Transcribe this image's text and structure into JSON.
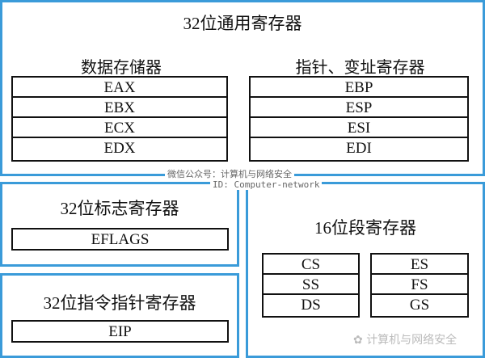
{
  "general": {
    "title": "32位通用寄存器",
    "data_regs": {
      "label": "数据存储器",
      "items": [
        "EAX",
        "EBX",
        "ECX",
        "EDX"
      ]
    },
    "ptr_regs": {
      "label": "指针、变址寄存器",
      "items": [
        "EBP",
        "ESP",
        "ESI",
        "EDI"
      ]
    }
  },
  "flags": {
    "title": "32位标志寄存器",
    "items": [
      "EFLAGS"
    ]
  },
  "ip": {
    "title": "32位指令指针寄存器",
    "items": [
      "EIP"
    ]
  },
  "segment": {
    "title": "16位段寄存器",
    "left": [
      "CS",
      "SS",
      "DS"
    ],
    "right": [
      "ES",
      "FS",
      "GS"
    ]
  },
  "watermark": {
    "line1": "微信公众号：计算机与网络安全",
    "line2": "ID: Computer-network",
    "logo_text": "计算机与网络安全"
  },
  "colors": {
    "panel_border": "#3a9bd9"
  }
}
